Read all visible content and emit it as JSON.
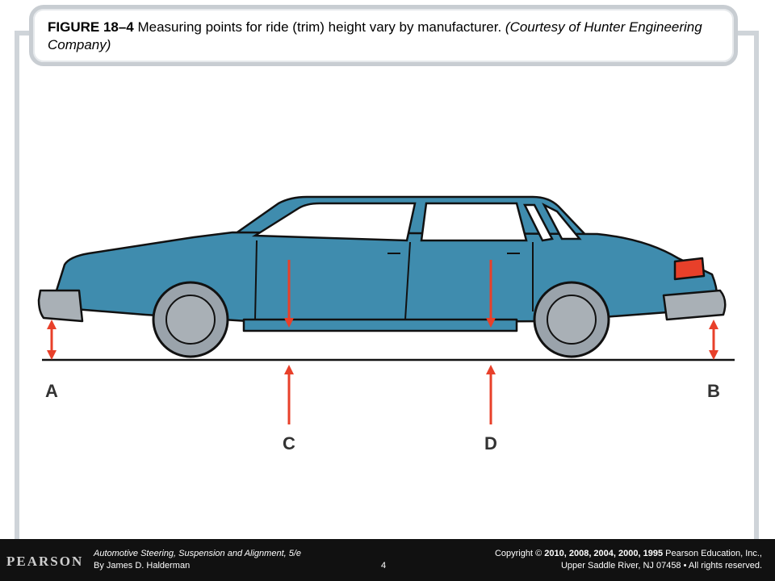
{
  "caption": {
    "figure_label": "FIGURE 18–4",
    "text": " Measuring points for ride (trim) height vary by manufacturer. ",
    "courtesy": "(Courtesy of Hunter Engineering Company)"
  },
  "illustration": {
    "points": [
      {
        "label": "A"
      },
      {
        "label": "B"
      },
      {
        "label": "C"
      },
      {
        "label": "D"
      }
    ],
    "colors": {
      "car_body": "#3f8cae",
      "car_dark": "#2f6f8e",
      "tire": "#9aa3ab",
      "bumper": "#a9b0b6",
      "arrow": "#e8402a",
      "taillight": "#e8402a",
      "ground": "#111111"
    }
  },
  "footer": {
    "logo": "PEARSON",
    "book_title": "Automotive Steering, Suspension and Alignment",
    "book_edition": ", 5/e",
    "author": "By James D. Halderman",
    "page_number": "4",
    "copyright_prefix": "Copyright © ",
    "copyright_years": "2010, 2008, 2004, 2000, 1995",
    "copyright_owner": " Pearson Education, Inc.,",
    "copyright_line2": "Upper Saddle River, NJ 07458 • All rights reserved."
  }
}
